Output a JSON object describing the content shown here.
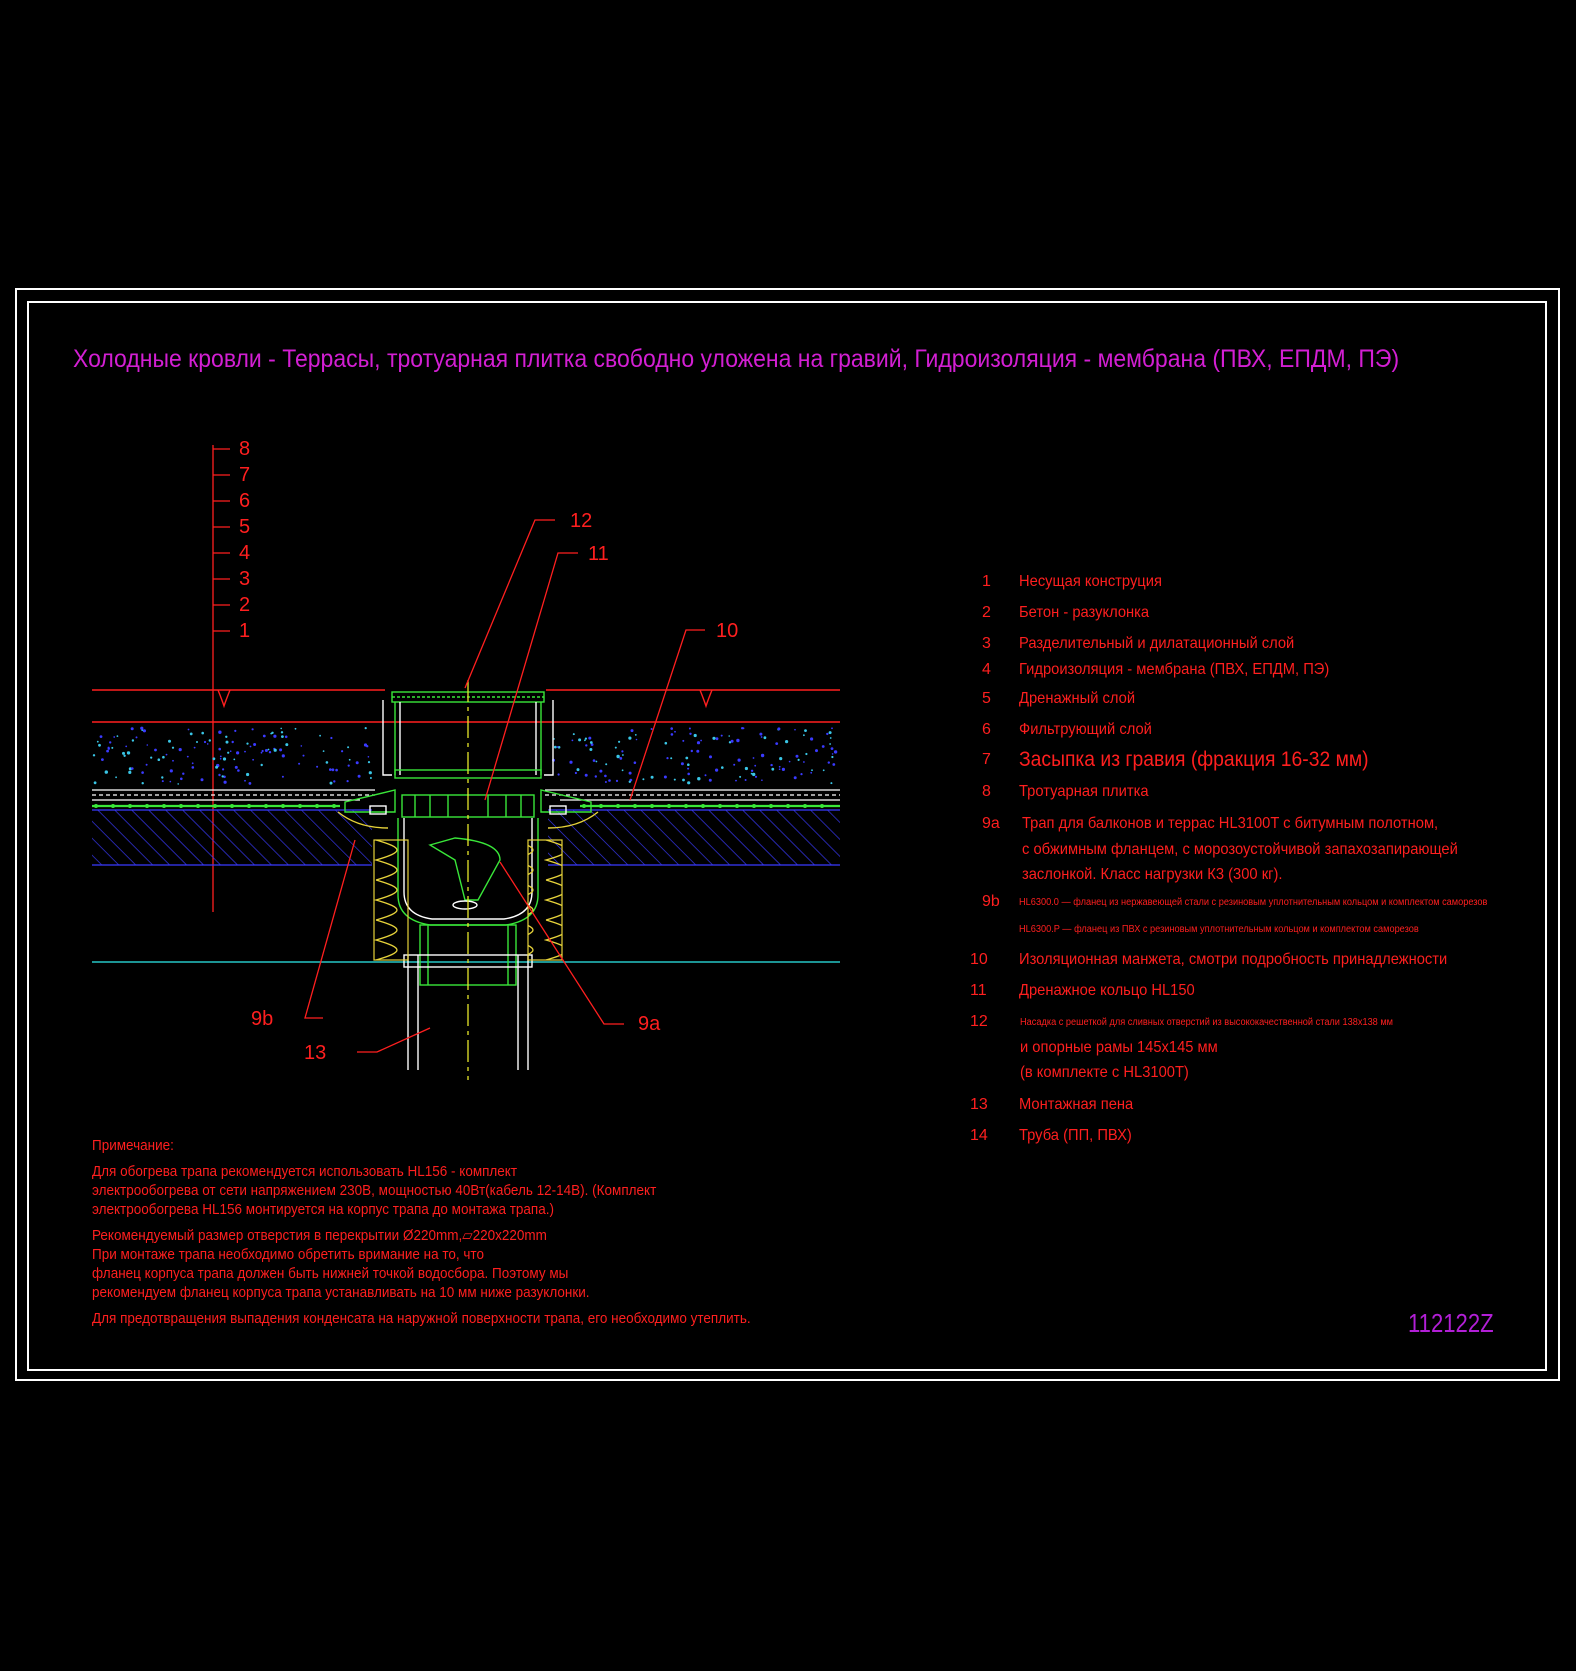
{
  "title": "Холодные кровли - Террасы, тротуарная плитка свободно уложена на гравий, Гидроизоляция - мембрана (ПВХ, ЕПДМ, ПЭ)",
  "drawing_code": "112122Z",
  "layer_scale_labels": [
    "8",
    "7",
    "6",
    "5",
    "4",
    "3",
    "2",
    "1"
  ],
  "callouts": {
    "c12": "12",
    "c11": "11",
    "c10": "10",
    "c9b": "9b",
    "c9a": "9a",
    "c13": "13"
  },
  "legend": [
    {
      "num": "1",
      "text": "Несущая конструция"
    },
    {
      "num": "2",
      "text": "Бетон - разуклонка"
    },
    {
      "num": "3",
      "text": "Разделительный и дилатационный слой"
    },
    {
      "num": "4",
      "text": "Гидроизоляция - мембрана (ПВХ, ЕПДМ, ПЭ)"
    },
    {
      "num": "5",
      "text": "Дренажный слой"
    },
    {
      "num": "6",
      "text": "Фильтрующий слой"
    },
    {
      "num": "7",
      "text": "Засыпка из гравия (фракция 16-32 мм)"
    },
    {
      "num": "8",
      "text": "Тротуарная плитка"
    },
    {
      "num": "9a",
      "lines": [
        "Трап для балконов и террас HL3100T с битумным полотном,",
        "с обжимным фланцем, с морозоустойчивой запахозапирающей",
        "заслонкой. Класс нагрузки К3 (300 кг)."
      ]
    },
    {
      "num": "9b",
      "lines": [
        "HL6300.0 — фланец из нержавеющей стали с резиновым уплотнительным кольцом и комплектом саморезов",
        "HL6300.P — фланец из ПВХ с резиновым уплотнительным кольцом и комплектом саморезов"
      ]
    },
    {
      "num": "10",
      "text": "Изоляционная  манжета, смотри подробность принадлежности"
    },
    {
      "num": "11",
      "text": "Дренажное кольцо HL150"
    },
    {
      "num": "12",
      "lines": [
        "Насадка с решеткой для сливных отверстий из высококачественной стали 138x138 мм",
        "и опорные рамы 145x145 мм",
        "(в комплекте с HL3100T)"
      ]
    },
    {
      "num": "13",
      "text": "Монтажная пена"
    },
    {
      "num": "14",
      "text": "Труба (ПП, ПВХ)"
    }
  ],
  "notes": {
    "heading": "Примечание:",
    "p1": [
      "Для обогрева трапа рекомендуется использовать HL156 - комплект",
      "электрообогрева от сети напряжением 230В, мощностью 40Вт(кабель 12-14В). (Комплект",
      "электрообогрева HL156 монтируется на корпус трапа до монтажа трапа.)"
    ],
    "p2": [
      "Рекомендуемый размер отверстия в перекрытии Ø220mm,▱220x220mm",
      " При монтаже трапа необходимо обретить вримание на то, что",
      "фланец корпуса трапа должен быть нижней точкой водосбора. Поэтому мы",
      "рекомендуем фланец корпуса трапа устанавливать на 10 мм ниже разуклонки."
    ],
    "p3": "Для предотвращения выпадения конденсата на наружной поверхности трапа, его необходимо утеплить."
  },
  "colors": {
    "background": "#000000",
    "frame": "#ffffff",
    "title": "#d31fd3",
    "annotation": "#ff1f1f",
    "drawing_green": "#39e639",
    "drawing_blue": "#3a3aff",
    "insulation_yellow": "#e6d23a",
    "grade_line": "#26c6c6",
    "axis_yellow": "#e6e62a"
  }
}
